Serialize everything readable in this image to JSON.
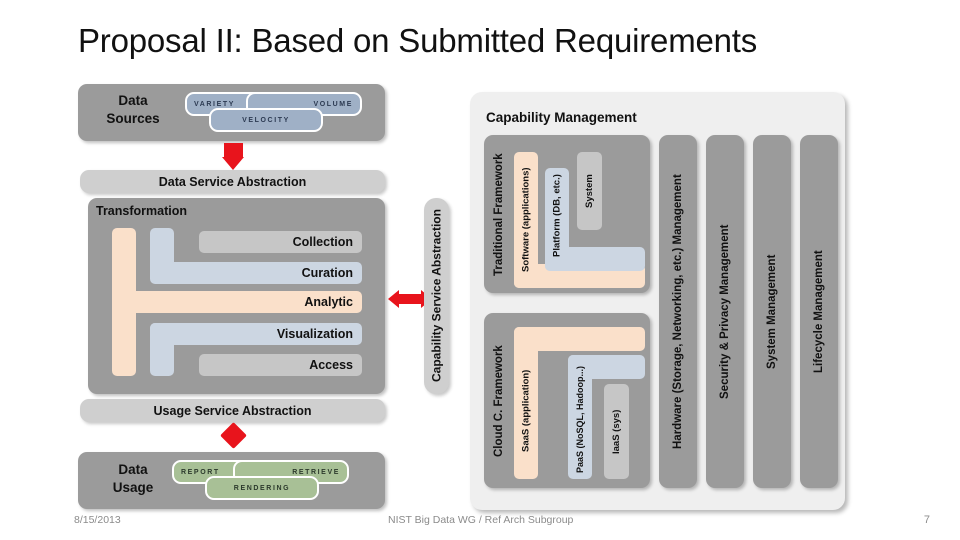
{
  "title": "Proposal II: Based on Submitted Requirements",
  "left_column": {
    "data_sources": {
      "label": "Data Sources",
      "boxes": [
        {
          "name": "variety",
          "label": "VARIETY"
        },
        {
          "name": "volume",
          "label": "VOLUME"
        },
        {
          "name": "velocity",
          "label": "VELOCITY"
        }
      ]
    },
    "data_service_abstraction": "Data Service Abstraction",
    "transformation": {
      "label": "Transformation",
      "rows": [
        {
          "label": "Collection",
          "color": "#c6c6c6"
        },
        {
          "label": "Curation",
          "color": "#ccd6e2"
        },
        {
          "label": "Analytic",
          "color": "#fae0ca"
        },
        {
          "label": "Visualization",
          "color": "#ccd6e2"
        },
        {
          "label": "Access",
          "color": "#c6c6c6"
        }
      ]
    },
    "usage_service_abstraction": "Usage Service Abstraction",
    "data_usage": {
      "label": "Data Usage",
      "boxes": [
        {
          "name": "report",
          "label": "REPORT"
        },
        {
          "name": "retrieve",
          "label": "RETRIEVE"
        },
        {
          "name": "rendering",
          "label": "RENDERING"
        }
      ]
    }
  },
  "capability_service_abstraction": "Capability Service Abstraction",
  "capability_management": {
    "title": "Capability Management",
    "traditional_framework": {
      "label": "Traditional Framework",
      "layers": [
        {
          "label": "Software (applications)",
          "color": "#fae0ca"
        },
        {
          "label": "Platform (DB, etc.)",
          "color": "#ccd6e2"
        },
        {
          "label": "System",
          "color": "#c6c6c6"
        }
      ]
    },
    "cloud_framework": {
      "label": "Cloud C. Framework",
      "layers": [
        {
          "label": "SaaS (application)",
          "color": "#fae0ca"
        },
        {
          "label": "PaaS (NoSQL, Hadoop...)",
          "color": "#ccd6e2"
        },
        {
          "label": "IaaS (sys)",
          "color": "#c6c6c6"
        }
      ]
    },
    "columns": [
      {
        "label": "Hardware (Storage, Networking, etc.) Management"
      },
      {
        "label": "Security & Privacy Management"
      },
      {
        "label": "System Management"
      },
      {
        "label": "Lifecycle Management"
      }
    ]
  },
  "footer": {
    "date": "8/15/2013",
    "center": "NIST Big Data WG / Ref Arch Subgroup",
    "page": "7"
  },
  "colors": {
    "panel_gray": "#9b9b9b",
    "bar_gray": "#cfcfcf",
    "peach": "#fae0ca",
    "blue_gray": "#ccd6e2",
    "red": "#e8141c",
    "source_blue": "#9fb0c6",
    "usage_green": "#a8c096"
  }
}
